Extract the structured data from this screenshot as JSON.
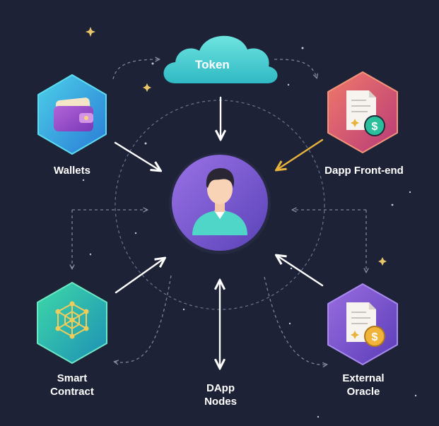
{
  "center": {
    "icon": "user-avatar-icon"
  },
  "token": {
    "label": "Token",
    "icon": "cloud-icon",
    "color": "#4fd6d4"
  },
  "nodes": {
    "wallets": {
      "label": "Wallets",
      "icon": "wallet-icon",
      "color": "#3ab3e8"
    },
    "dapp_frontend": {
      "label": "Dapp Front-end",
      "icon": "document-dollar-icon",
      "color": "#d9586e"
    },
    "smart_contract": {
      "label": "Smart\nContract",
      "icon": "network-icon",
      "color": "#27c3a6"
    },
    "dapp_nodes": {
      "label": "DApp\nNodes"
    },
    "external_oracle": {
      "label": "External\nOracle",
      "icon": "document-coin-icon",
      "color": "#7a5ad0"
    }
  },
  "colors": {
    "background": "#1d2236",
    "center": "#7a5fd6",
    "arrow": "#ffffff",
    "highlight_arrow": "#e8b33c",
    "dashed": "#7d849c"
  }
}
